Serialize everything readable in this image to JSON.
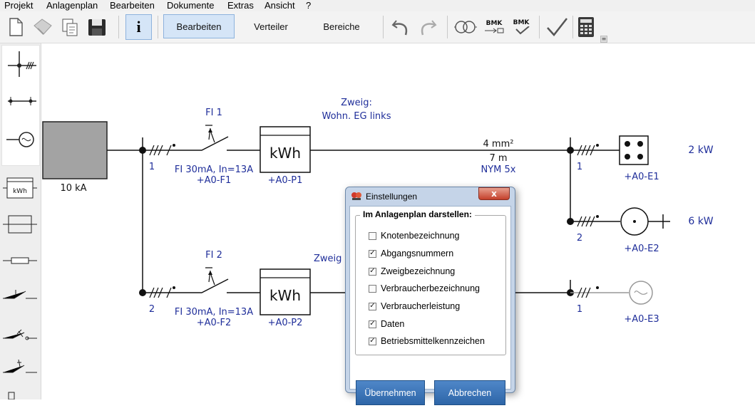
{
  "menu": [
    "Projekt",
    "Anlagenplan",
    "Bearbeiten",
    "Dokumente",
    "Extras",
    "Ansicht",
    "?"
  ],
  "toolbar": {
    "tabs": [
      "Bearbeiten",
      "Verteiler",
      "Bereiche"
    ],
    "info_label": "i",
    "bmk_label": "BMK"
  },
  "diagram": {
    "supply_label": "10 kA",
    "node1_label": "1",
    "node2_label": "2",
    "fi1": "FI 1",
    "fi1_desc": "FI 30mA, In=13A",
    "fi1_bmk": "+A0-F1",
    "meter1_label": "kWh",
    "meter1_bmk": "+A0-P1",
    "fi2": "FI 2",
    "fi2_desc": "FI 30mA, In=13A",
    "fi2_bmk": "+A0-F2",
    "meter2_label": "kWh",
    "meter2_bmk": "+A0-P2",
    "branch_title_line1": "Zweig:",
    "branch_title_line2": "Wohn. EG links",
    "branch2_partial": "Zweig",
    "cable_cross": "4 mm²",
    "cable_length": "7 m",
    "cable_type": "NYM 5x",
    "out1_num": "1",
    "out2_num": "2",
    "out3_num": "1",
    "e1_bmk": "+A0-E1",
    "e1_power": "2 kW",
    "e2_bmk": "+A0-E2",
    "e2_power": "6 kW",
    "e3_bmk": "+A0-E3"
  },
  "palette": {
    "kwh_label": "kWh"
  },
  "dialog": {
    "title": "Einstellungen",
    "close_label": "x",
    "group_label": "Im Anlagenplan darstellen:",
    "options": [
      {
        "label": "Knotenbezeichnung",
        "checked": false
      },
      {
        "label": "Abgangsnummern",
        "checked": true
      },
      {
        "label": "Zweigbezeichnung",
        "checked": true
      },
      {
        "label": "Verbraucherbezeichnung",
        "checked": false
      },
      {
        "label": "Verbraucherleistung",
        "checked": true
      },
      {
        "label": "Daten",
        "checked": true
      },
      {
        "label": "Betriebsmittelkennzeichen",
        "checked": true
      }
    ],
    "apply_label": "Übernehmen",
    "cancel_label": "Abbrechen"
  },
  "colors": {
    "accent_blue": "#1f2e9a",
    "button_blue": "#3a72b6"
  }
}
